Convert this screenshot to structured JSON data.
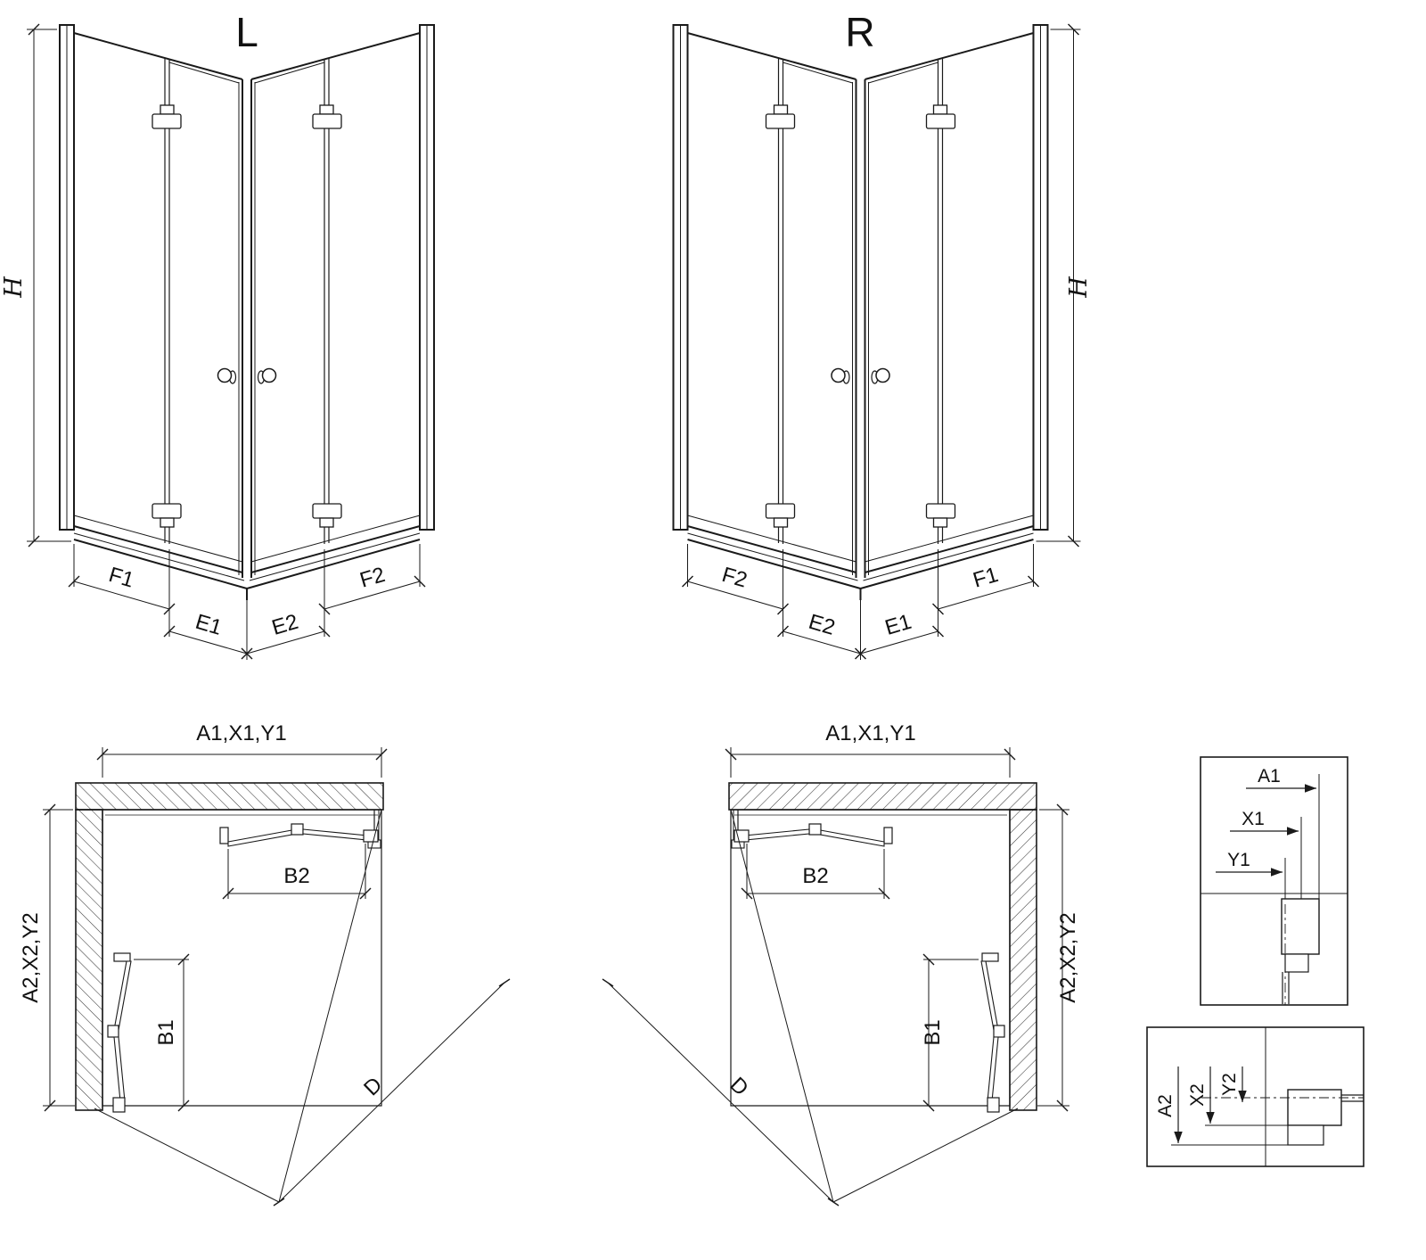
{
  "page": {
    "background": "#ffffff",
    "line_color": "#1a1a1a"
  },
  "view3d_left": {
    "variant_label": "L",
    "height_label": "H",
    "bottom_labels": {
      "f1": "F1",
      "e1": "E1",
      "e2": "E2",
      "f2": "F2"
    }
  },
  "view3d_right": {
    "variant_label": "R",
    "height_label": "H",
    "bottom_labels": {
      "f2": "F2",
      "e2": "E2",
      "e1": "E1",
      "f1": "F1"
    }
  },
  "plan_left": {
    "width_label": "A1,X1,Y1",
    "depth_label": "A2,X2,Y2",
    "door_top_label": "B2",
    "door_side_label": "B1",
    "diagonal_label": "D"
  },
  "plan_right": {
    "width_label": "A1,X1,Y1",
    "depth_label": "A2,X2,Y2",
    "door_top_label": "B2",
    "door_side_label": "B1",
    "diagonal_label": "D"
  },
  "detail_top": {
    "dim_a": "A1",
    "dim_x": "X1",
    "dim_y": "Y1"
  },
  "detail_bottom": {
    "dim_a": "A2",
    "dim_x": "X2",
    "dim_y": "Y2"
  }
}
